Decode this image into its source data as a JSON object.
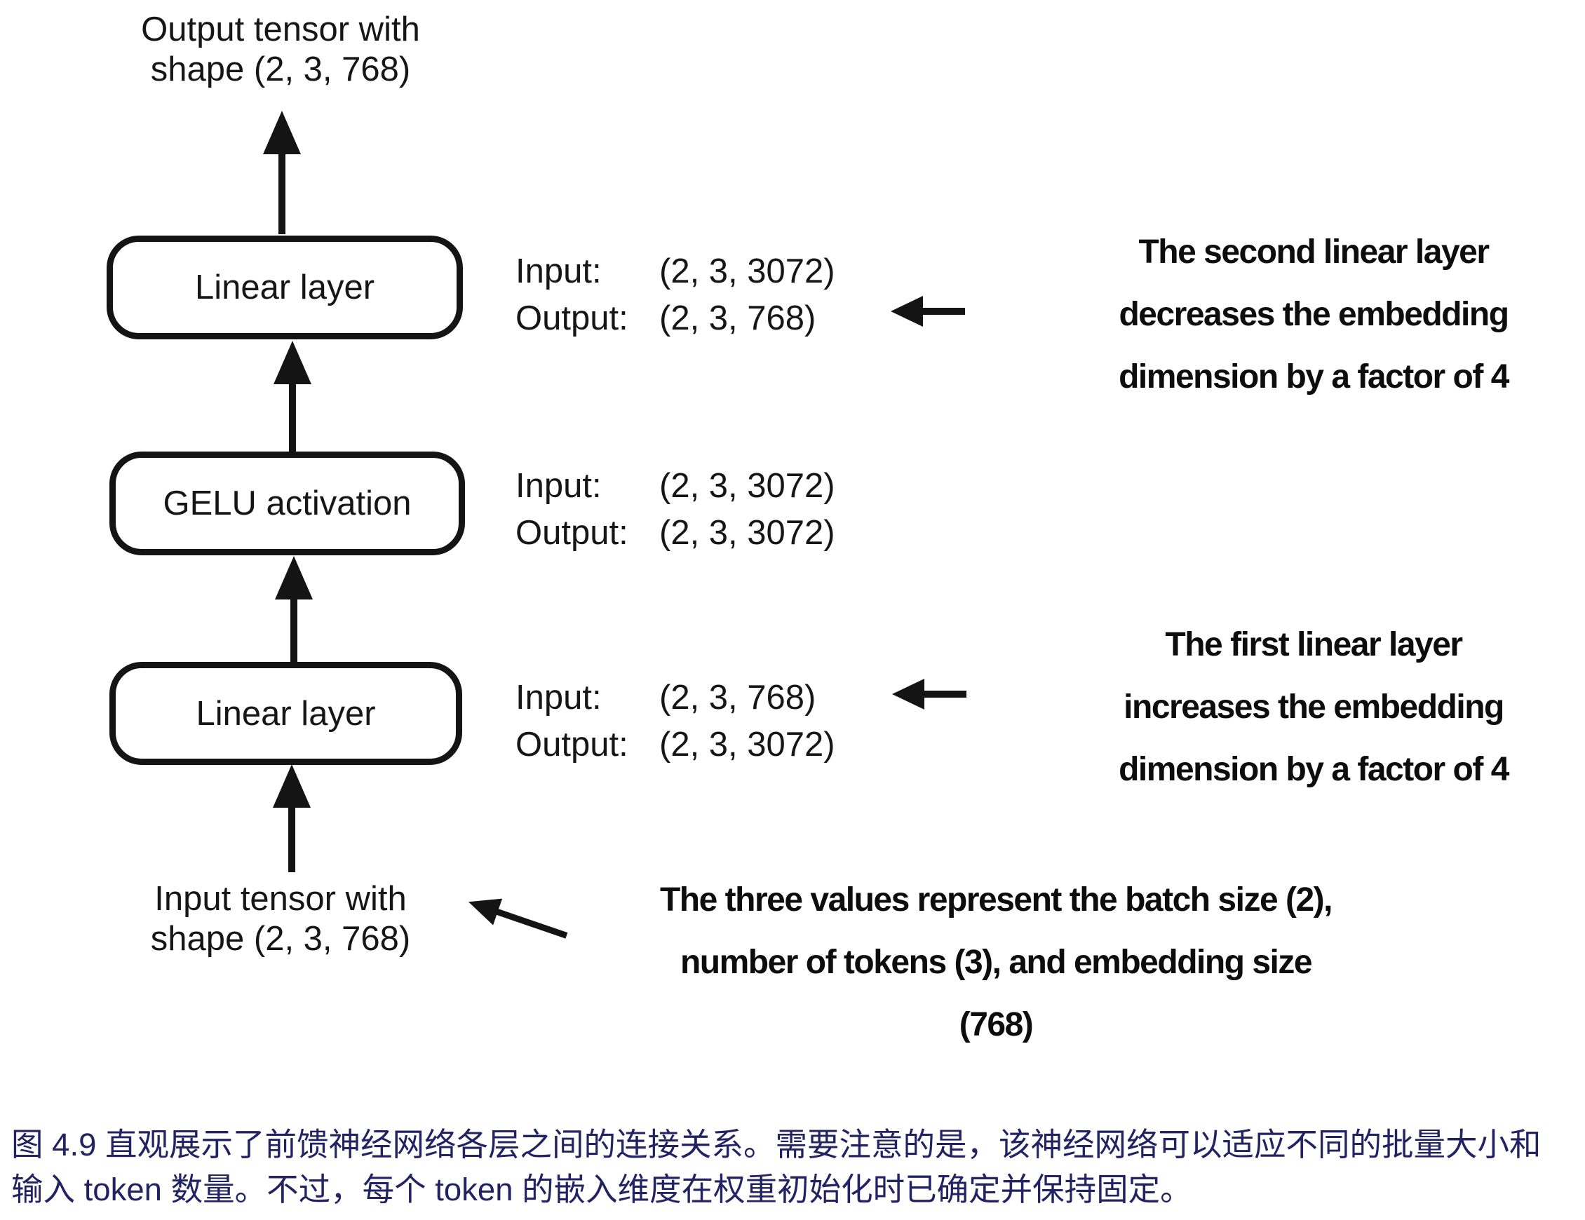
{
  "figure": {
    "output_tensor": {
      "line1": "Output tensor with",
      "line2": "shape (2, 3, 768)"
    },
    "input_tensor": {
      "line1": "Input tensor with",
      "line2": "shape (2, 3, 768)"
    },
    "layers": [
      {
        "label": "Linear layer",
        "io": {
          "input_label": "Input:",
          "input_shape": "(2, 3, 3072)",
          "output_label": "Output:",
          "output_shape": "(2, 3, 768)"
        }
      },
      {
        "label": "GELU activation",
        "io": {
          "input_label": "Input:",
          "input_shape": "(2, 3, 3072)",
          "output_label": "Output:",
          "output_shape": "(2, 3, 3072)"
        }
      },
      {
        "label": "Linear layer",
        "io": {
          "input_label": "Input:",
          "input_shape": "(2, 3, 768)",
          "output_label": "Output:",
          "output_shape": "(2, 3, 3072)"
        }
      }
    ]
  },
  "annotations": {
    "second_linear": {
      "lines": [
        "The second linear layer",
        "decreases the embedding",
        "dimension by a factor of 4"
      ]
    },
    "first_linear": {
      "lines": [
        "The first linear layer",
        "increases the embedding",
        "dimension by a factor of 4"
      ]
    },
    "batch_values": {
      "lines": [
        "The three values represent the batch size (2),",
        "number of tokens (3), and embedding size",
        "(768)"
      ]
    }
  },
  "caption": {
    "lines": [
      "图 4.9 直观展示了前馈神经网络各层之间的连接关系。需要注意的是，该神经网络可以适应不同的批量大小和",
      "输入 token 数量。不过，每个 token 的嵌入维度在权重初始化时已确定并保持固定。"
    ]
  },
  "colors": {
    "ink": "#141414",
    "caption_text": "#232364",
    "background": "#ffffff"
  }
}
